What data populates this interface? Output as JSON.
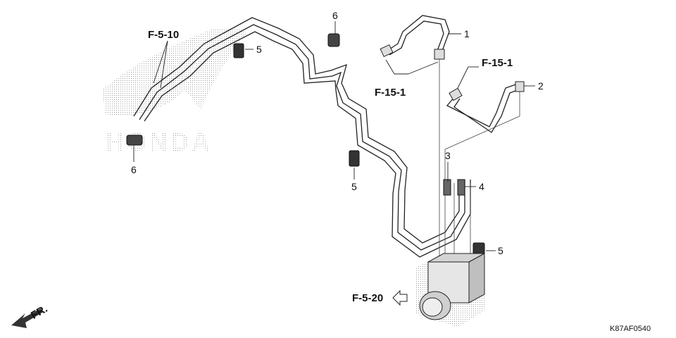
{
  "diagram": {
    "references": {
      "top_left": "F-5-10",
      "center_top": "F-15-1",
      "right_top": "F-15-1",
      "bottom": "F-5-20"
    },
    "callouts": {
      "c1": "1",
      "c2": "2",
      "c3": "3",
      "c4": "4",
      "c5a": "5",
      "c5b": "5",
      "c5c": "5",
      "c6a": "6",
      "c6b": "6"
    },
    "watermark": "HONDA",
    "front_indicator": "FR.",
    "figure_code": "K87AF0540"
  }
}
